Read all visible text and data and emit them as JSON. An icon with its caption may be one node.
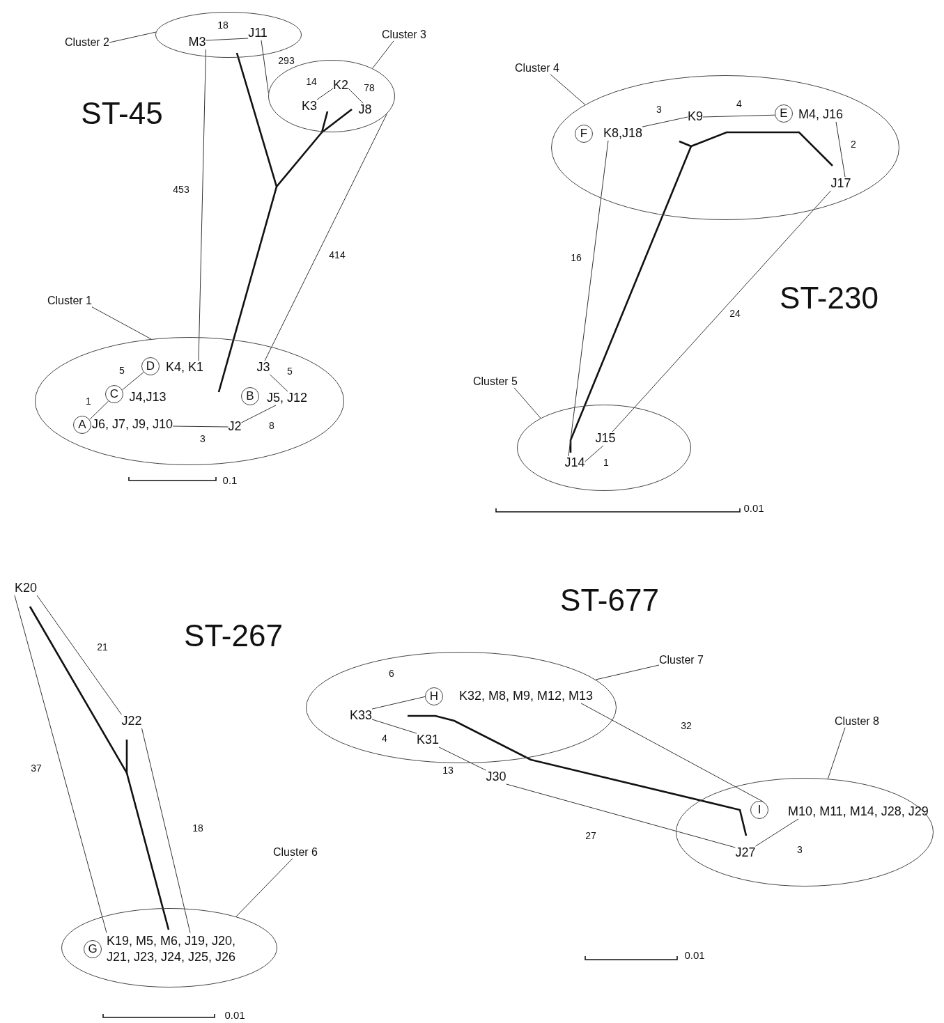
{
  "diagram": {
    "nodes": [
      {
        "text": [],
        "shape": "ellipse"
      },
      {
        "text": [
          "Cluster 2"
        ]
      },
      {
        "text": [
          "M3"
        ],
        "in": 0
      },
      {
        "text": [
          "J11"
        ],
        "in": 0
      },
      {
        "text": [],
        "shape": "ellipse"
      },
      {
        "text": [
          "Cluster 3"
        ]
      },
      {
        "text": [
          "K2"
        ],
        "in": 4
      },
      {
        "text": [
          "K3"
        ],
        "in": 4
      },
      {
        "text": [
          "J8"
        ],
        "in": 4
      },
      {
        "text": [],
        "shape": "ellipse"
      },
      {
        "text": [
          "Cluster 1"
        ]
      },
      {
        "text": [
          "D"
        ],
        "in": 9
      },
      {
        "text": [
          "K4, K1"
        ],
        "in": 9
      },
      {
        "text": [
          "C"
        ],
        "in": 9
      },
      {
        "text": [
          "J4,J13"
        ],
        "in": 9
      },
      {
        "text": [
          "A"
        ],
        "in": 9
      },
      {
        "text": [
          "J6, J7, J9, J10"
        ],
        "in": 9
      },
      {
        "text": [
          "J3"
        ],
        "in": 9
      },
      {
        "text": [
          "B"
        ],
        "in": 9
      },
      {
        "text": [
          "J5, J12"
        ],
        "in": 9
      },
      {
        "text": [
          "J2"
        ],
        "in": 9
      },
      {
        "text": [],
        "shape": "ellipse"
      },
      {
        "text": [
          "Cluster 4"
        ]
      },
      {
        "text": [
          "F"
        ],
        "in": 21
      },
      {
        "text": [
          "K8,J18"
        ],
        "in": 21
      },
      {
        "text": [
          "K9"
        ],
        "in": 21
      },
      {
        "text": [
          "E"
        ],
        "in": 21
      },
      {
        "text": [
          "M4, J16"
        ],
        "in": 21
      },
      {
        "text": [
          "J17"
        ],
        "in": 21
      },
      {
        "text": [],
        "shape": "ellipse"
      },
      {
        "text": [
          "Cluster 5"
        ]
      },
      {
        "text": [
          "J15"
        ],
        "in": 29
      },
      {
        "text": [
          "J14"
        ],
        "in": 29
      },
      {
        "text": [
          "K20"
        ]
      },
      {
        "text": [
          "J22"
        ]
      },
      {
        "text": [],
        "shape": "ellipse"
      },
      {
        "text": [
          "Cluster 6"
        ]
      },
      {
        "text": [
          "G"
        ],
        "in": 35
      },
      {
        "text": [
          "K19, M5, M6, J19, J20, J21, J23, J24, J25, J26"
        ],
        "in": 35
      },
      {
        "text": [],
        "shape": "ellipse"
      },
      {
        "text": [
          "Cluster 7"
        ]
      },
      {
        "text": [
          "H"
        ],
        "in": 39
      },
      {
        "text": [
          "K32, M8, M9, M12, M13"
        ],
        "in": 39
      },
      {
        "text": [
          "K33"
        ],
        "in": 39
      },
      {
        "text": [
          "K31"
        ],
        "in": 39
      },
      {
        "text": [
          "J30"
        ]
      },
      {
        "text": [],
        "shape": "ellipse"
      },
      {
        "text": [
          "Cluster 8"
        ]
      },
      {
        "text": [
          "I"
        ],
        "in": 46
      },
      {
        "text": [
          "M10, M11, M14, J28, J29"
        ],
        "in": 46
      },
      {
        "text": [
          "J27"
        ],
        "in": 46
      }
    ],
    "edges": [
      {
        "from": 1,
        "to": 0,
        "arrow": "none"
      },
      {
        "from": 2,
        "to": 3,
        "label": "18",
        "arrow": "none"
      },
      {
        "from": 3,
        "to": 4,
        "label": "293",
        "arrow": "none"
      },
      {
        "from": 5,
        "to": 4,
        "arrow": "none"
      },
      {
        "from": 7,
        "to": 6,
        "label": "14",
        "arrow": "none"
      },
      {
        "from": 6,
        "to": 8,
        "label": "78",
        "arrow": "none"
      },
      {
        "from": 10,
        "to": 9,
        "arrow": "none"
      },
      {
        "from": 2,
        "to": 12,
        "label": "453",
        "arrow": "none"
      },
      {
        "from": 4,
        "to": 17,
        "label": "414",
        "arrow": "none"
      },
      {
        "from": 13,
        "to": 11,
        "label": "5",
        "arrow": "none"
      },
      {
        "from": 15,
        "to": 13,
        "label": "1",
        "arrow": "none"
      },
      {
        "from": 16,
        "to": 20,
        "label": "3",
        "arrow": "none"
      },
      {
        "from": 20,
        "to": 19,
        "label": "8",
        "arrow": "none"
      },
      {
        "from": 17,
        "to": 19,
        "label": "5",
        "arrow": "none"
      },
      {
        "from": 22,
        "to": 21,
        "arrow": "none"
      },
      {
        "from": 24,
        "to": 25,
        "label": "3",
        "arrow": "none"
      },
      {
        "from": 25,
        "to": 26,
        "label": "4",
        "arrow": "none"
      },
      {
        "from": 27,
        "to": 28,
        "label": "2",
        "arrow": "none"
      },
      {
        "from": 30,
        "to": 29,
        "arrow": "none"
      },
      {
        "from": 32,
        "to": 31,
        "label": "1",
        "arrow": "none"
      },
      {
        "from": 24,
        "to": 32,
        "label": "16",
        "arrow": "none"
      },
      {
        "from": 28,
        "to": 31,
        "label": "24",
        "arrow": "none"
      },
      {
        "from": 33,
        "to": 34,
        "label": "21",
        "arrow": "none"
      },
      {
        "from": 33,
        "to": 38,
        "label": "37",
        "arrow": "none"
      },
      {
        "from": 34,
        "to": 38,
        "label": "18",
        "arrow": "none"
      },
      {
        "from": 36,
        "to": 35,
        "arrow": "none"
      },
      {
        "from": 40,
        "to": 39,
        "arrow": "none"
      },
      {
        "from": 43,
        "to": 41,
        "label": "6",
        "arrow": "none"
      },
      {
        "from": 43,
        "to": 44,
        "label": "4",
        "arrow": "none"
      },
      {
        "from": 44,
        "to": 45,
        "label": "13",
        "arrow": "none"
      },
      {
        "from": 42,
        "to": 48,
        "label": "32",
        "arrow": "none"
      },
      {
        "from": 47,
        "to": 46,
        "arrow": "none"
      },
      {
        "from": 45,
        "to": 50,
        "label": "27",
        "arrow": "none"
      },
      {
        "from": 50,
        "to": 49,
        "label": "3",
        "arrow": "none"
      }
    ],
    "labels": [
      "ST-45",
      "0.1",
      "ST-230",
      "0.01",
      "ST-267",
      "0.01",
      "ST-677",
      "0.01"
    ]
  }
}
